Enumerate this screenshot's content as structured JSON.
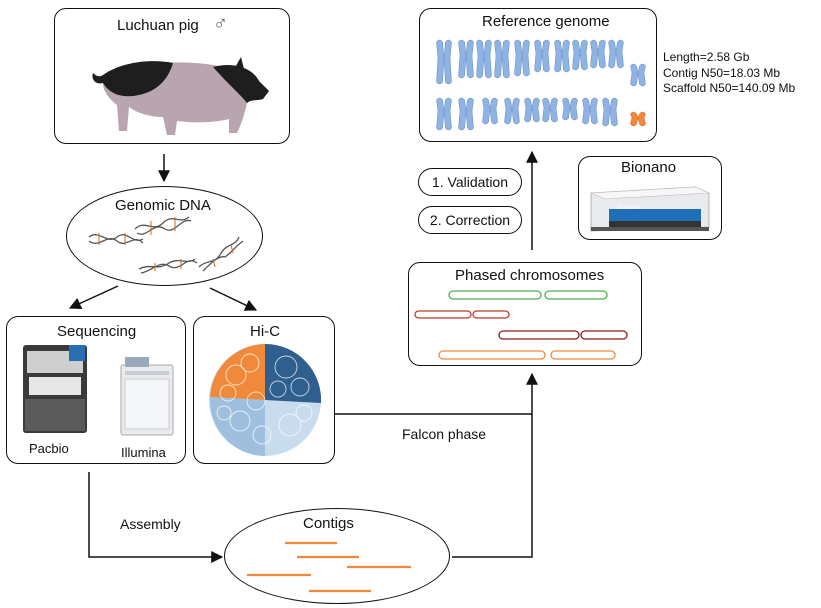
{
  "pig_box": {
    "title": "Luchuan pig",
    "sex_symbol": "♂",
    "icon": "pig-silhouette-icon"
  },
  "dna": {
    "title": "Genomic DNA",
    "icon": "dna-helix-icon"
  },
  "sequencing": {
    "title": "Sequencing",
    "pacbio_label": "Pacbio",
    "illumina_label": "Illumina"
  },
  "hic": {
    "title": "Hi-C",
    "icon": "chromatin-ball-icon"
  },
  "contigs": {
    "title": "Contigs"
  },
  "phased": {
    "title": "Phased chromosomes"
  },
  "bionano": {
    "title": "Bionano",
    "device_brand": "Bionano"
  },
  "steps": {
    "validation": "1. Validation",
    "correction": "2. Correction"
  },
  "reference": {
    "title": "Reference genome",
    "stats": [
      "Length=2.58 Gb",
      "Contig N50=18.03 Mb",
      "Scaffold N50=140.09 Mb"
    ]
  },
  "edges": {
    "falcon_phase": "Falcon phase",
    "assembly": "Assembly"
  },
  "colors": {
    "chromosome_blue": "#8fb3e3",
    "contig_orange": "#f08a3a",
    "green": "#4caf50",
    "red": "#c0392b",
    "dark_red": "#8b1a1a",
    "orange": "#f08a3a"
  }
}
